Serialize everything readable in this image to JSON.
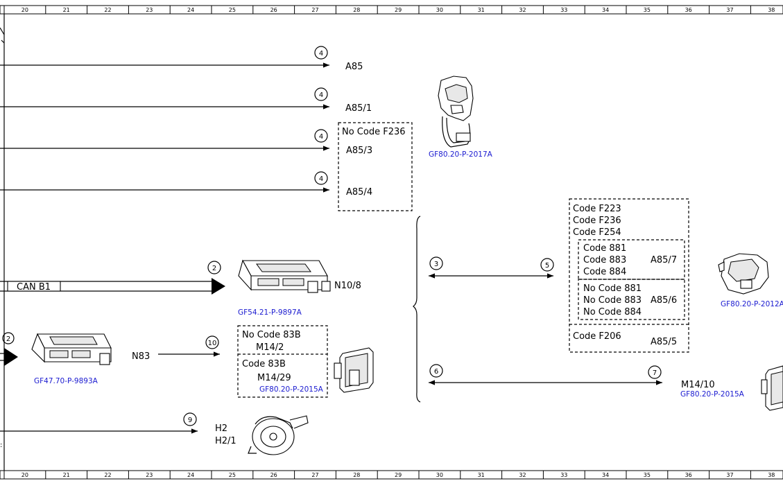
{
  "ruler": {
    "cells": [
      "20",
      "21",
      "22",
      "23",
      "24",
      "25",
      "26",
      "27",
      "28",
      "29",
      "30",
      "31",
      "32",
      "33",
      "34",
      "35",
      "36",
      "37",
      "38"
    ]
  },
  "signals": [
    {
      "num": "4",
      "label": "A85"
    },
    {
      "num": "4",
      "label": "A85/1"
    },
    {
      "num": "4",
      "label": "A85/3"
    },
    {
      "num": "4",
      "label": "A85/4"
    }
  ],
  "no_code_f236": "No Code F236",
  "can": {
    "label": "CAN B1",
    "num": "2",
    "component": "N10/8",
    "ref": "GF54.21-P-9897A"
  },
  "n83": {
    "num_left": "2",
    "label": "N83",
    "ref": "GF47.70-P-9893A",
    "num_arrow": "10"
  },
  "m14_box": {
    "upper_code": "No Code 83B",
    "upper_label": "M14/2",
    "lower_code": "Code 83B",
    "lower_label": "M14/29",
    "ref": "GF80.20-P-2015A"
  },
  "horn": {
    "num": "9",
    "label1": "H2",
    "label2": "H2/1"
  },
  "lock_top_ref": "GF80.20-P-2017A",
  "connections": {
    "a": {
      "from": "3",
      "to": "5"
    },
    "b": {
      "from": "6",
      "to": "7"
    }
  },
  "right_box": {
    "codes": [
      "Code F223",
      "Code F236",
      "Code F254"
    ],
    "inner1": {
      "codes": [
        "Code 881",
        "Code 883",
        "Code 884"
      ],
      "label": "A85/7"
    },
    "inner2": {
      "codes": [
        "No Code 881",
        "No Code 883",
        "No Code 884"
      ],
      "label": "A85/6"
    },
    "bottom": {
      "code": "Code F206",
      "label": "A85/5"
    }
  },
  "lock_right_ref": "GF80.20-P-2012A",
  "m14_10": {
    "label": "M14/10",
    "ref": "GF80.20-P-2015A"
  }
}
